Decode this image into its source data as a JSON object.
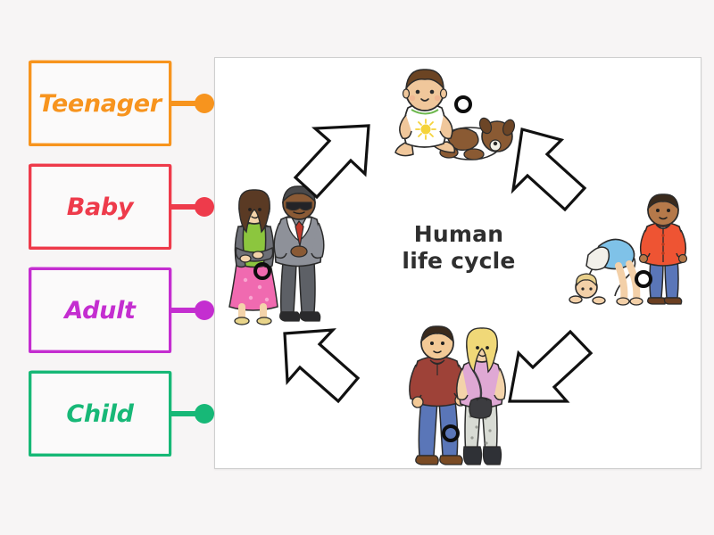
{
  "page": {
    "background_color": "#f7f5f5",
    "type": "labelled-diagram-activity"
  },
  "labels": {
    "items": [
      {
        "id": "teenager",
        "text": "Teenager",
        "color": "#f7941e",
        "order": 1
      },
      {
        "id": "baby",
        "text": "Baby",
        "color": "#ee3b4b",
        "order": 2
      },
      {
        "id": "adult",
        "text": "Adult",
        "color": "#c42ed0",
        "order": 3
      },
      {
        "id": "child",
        "text": "Child",
        "color": "#17b877",
        "order": 4
      }
    ]
  },
  "diagram": {
    "title": "Human\nlife cycle",
    "title_color": "#2f2f2f",
    "panel_background": "#ffffff",
    "panel_border_color": "#cfcfcf",
    "stages": [
      {
        "id": "stage-baby",
        "name": "baby-with-toy-dog-illustration",
        "position": "top",
        "drop_target": true
      },
      {
        "id": "stage-child",
        "name": "children-playing-illustration",
        "position": "right",
        "drop_target": true
      },
      {
        "id": "stage-teenager",
        "name": "teenagers-illustration",
        "position": "bottom",
        "drop_target": true
      },
      {
        "id": "stage-adult",
        "name": "adult-couple-illustration",
        "position": "left",
        "drop_target": true
      }
    ],
    "arrows": [
      {
        "id": "arrow-adult-to-baby",
        "direction": "up-right",
        "position": "top-left"
      },
      {
        "id": "arrow-baby-to-child",
        "direction": "down-right",
        "position": "top-right"
      },
      {
        "id": "arrow-teen-to-adult",
        "direction": "up-left",
        "position": "bottom-left"
      },
      {
        "id": "arrow-child-to-teen",
        "direction": "down-left",
        "position": "bottom-right"
      }
    ],
    "drop_ring_color": "#0d0d0d"
  }
}
